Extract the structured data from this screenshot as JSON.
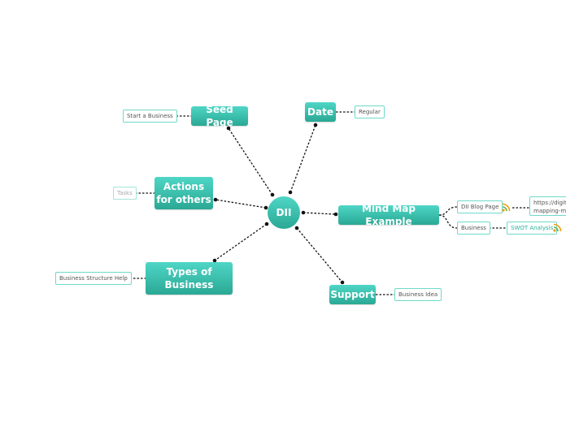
{
  "center": {
    "label": "DII"
  },
  "topics": {
    "seed_page": "Seed Page",
    "date": "Date",
    "actions": [
      "Actions",
      "for others"
    ],
    "mind_map": "Mind Map Example",
    "types": [
      "Types of",
      "Business"
    ],
    "support": "Support"
  },
  "tags": {
    "start_business": "Start a Business",
    "regular": "Regular",
    "tasks": "Tasks",
    "dii_blog": "DII Blog Page",
    "blog_url_1": "https://digit",
    "blog_url_2": "mapping-m",
    "business": "Business",
    "swot": "SWOT Analysis",
    "structure_help": "Business Structure Help",
    "business_idea": "Business Idea"
  },
  "colors": {
    "topic_top": "#4fd6c6",
    "topic_bottom": "#2aa894",
    "tag_border": "#6fd9c9",
    "rss_orange": "#f39c12",
    "rss_green": "#6ab04c"
  },
  "icons": [
    "rss-feed-icon"
  ]
}
